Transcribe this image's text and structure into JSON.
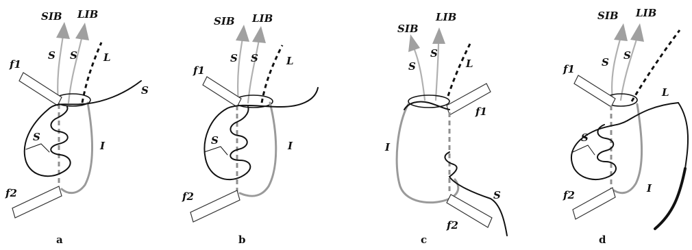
{
  "panels": [
    {
      "caption": "a",
      "labels": {
        "sib": "SIB",
        "lib": "LIB",
        "s1": "S",
        "s2": "S",
        "l": "L",
        "f1": "f1",
        "s_right": "S",
        "s_inner": "S",
        "i": "I",
        "f2": "f2"
      }
    },
    {
      "caption": "b",
      "labels": {
        "sib": "SIB",
        "lib": "LIB",
        "s1": "S",
        "s2": "S",
        "l": "L",
        "f1": "f1",
        "s_inner": "S",
        "i": "I",
        "f2": "f2"
      }
    },
    {
      "caption": "c",
      "labels": {
        "sib": "SIB",
        "lib": "LIB",
        "s1": "S",
        "s2": "S",
        "l": "L",
        "f1": "f1",
        "i": "I",
        "s_right": "S",
        "f2": "f2"
      }
    },
    {
      "caption": "d",
      "labels": {
        "sib": "SIB",
        "lib": "LIB",
        "s1": "S",
        "s2": "S",
        "l": "L",
        "f1": "f1",
        "s_inner": "S",
        "i": "I",
        "f2": "f2"
      }
    }
  ]
}
